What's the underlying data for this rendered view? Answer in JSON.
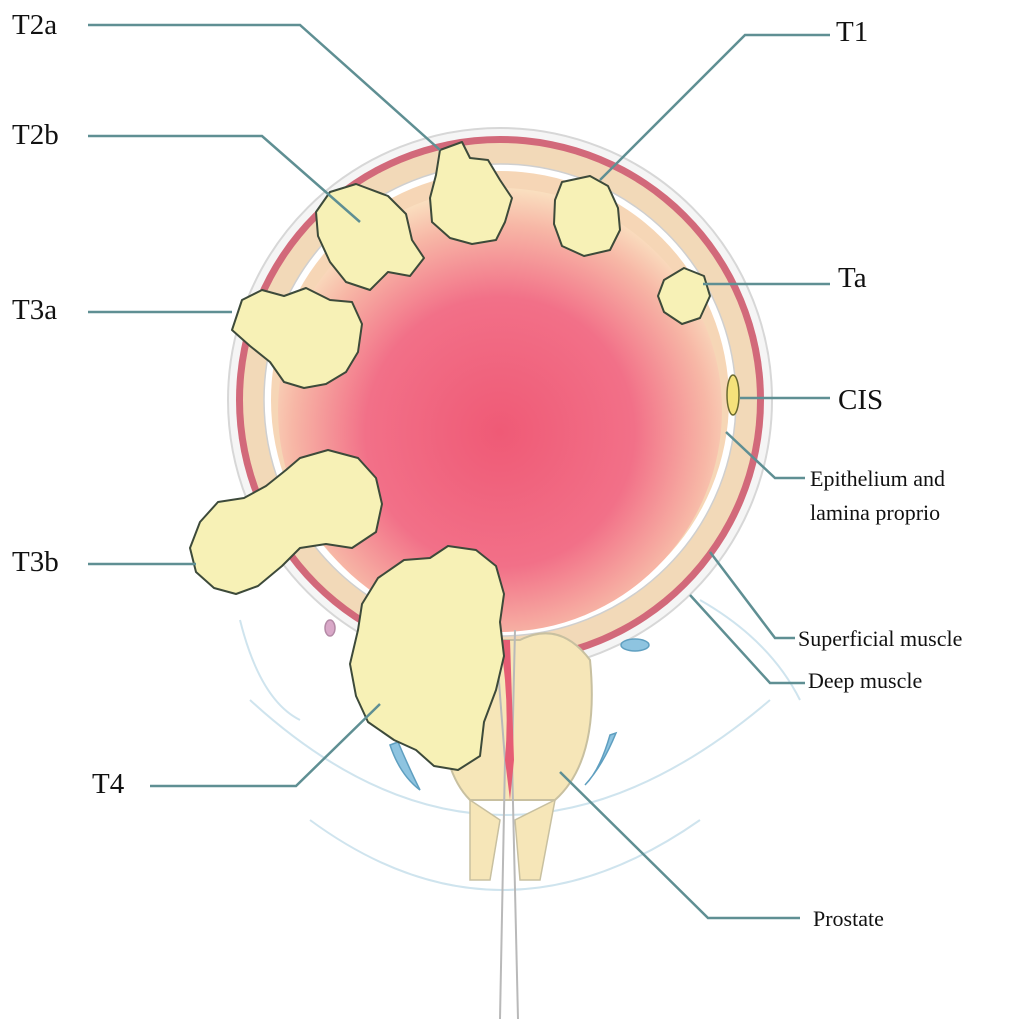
{
  "labels": {
    "T2a": "T2a",
    "T1": "T1",
    "T2b": "T2b",
    "Ta": "Ta",
    "T3a": "T3a",
    "CIS": "CIS",
    "epithelium_line1": "Epithelium and",
    "epithelium_line2": "lamina proprio",
    "T3b": "T3b",
    "superficial_muscle": "Superficial muscle",
    "deep_muscle": "Deep muscle",
    "T4": "T4",
    "prostate": "Prostate"
  },
  "colors": {
    "leader_line": "#5f8f93",
    "bladder_wall_outer": "#d2697a",
    "bladder_wall_muscle": "#f2d9b8",
    "bladder_lumen": "#f06e84",
    "lumen_edge": "#f8d8b8",
    "tumor_fill": "#f7f1b6",
    "tumor_outline": "#3d4a3a",
    "fat_blue": "#8ec4e0",
    "prostate": "#f6e6b8"
  },
  "icons": [
    "tumor-blob",
    "bladder-cross-section",
    "urethra",
    "prostate"
  ]
}
